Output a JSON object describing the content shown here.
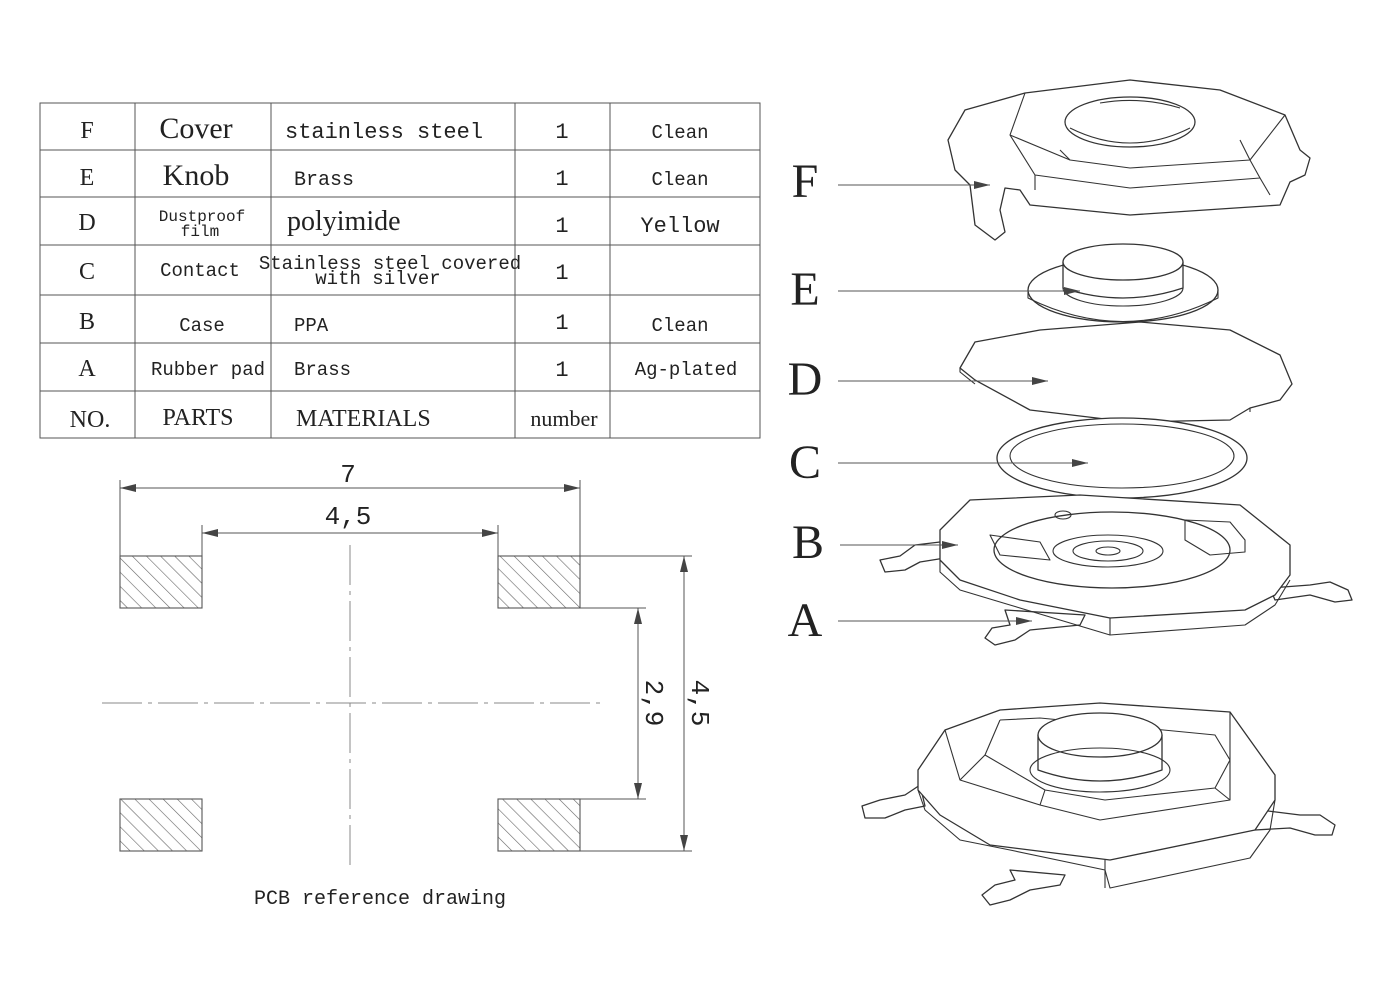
{
  "bom_table": {
    "rows": [
      {
        "no": "F",
        "part": "Cover",
        "material": "stainless steel",
        "number": "1",
        "finish": "Clean"
      },
      {
        "no": "E",
        "part": "Knob",
        "material": "Brass",
        "number": "1",
        "finish": "Clean"
      },
      {
        "no": "D",
        "part_line1": "Dustproof",
        "part_line2": "film",
        "material": "polyimide",
        "number": "1",
        "finish": "Yellow"
      },
      {
        "no": "C",
        "part": "Contact",
        "material_line1": "Stainless steel covered",
        "material_line2": "with silver",
        "number": "1",
        "finish": ""
      },
      {
        "no": "B",
        "part": "Case",
        "material": "PPA",
        "number": "1",
        "finish": "Clean"
      },
      {
        "no": "A",
        "part": "Rubber pad",
        "material": "Brass",
        "number": "1",
        "finish": "Ag-plated"
      }
    ],
    "header": {
      "no": "NO.",
      "part": "PARTS",
      "material": "MATERIALS",
      "number": "number",
      "finish": ""
    }
  },
  "pcb_drawing": {
    "caption": "PCB reference drawing",
    "dim_overall_width": "7",
    "dim_inner_width": "4,5",
    "dim_inner_height": "2,9",
    "dim_overall_height": "4,5"
  },
  "exploded_view": {
    "labels": [
      "F",
      "E",
      "D",
      "C",
      "B",
      "A"
    ]
  }
}
